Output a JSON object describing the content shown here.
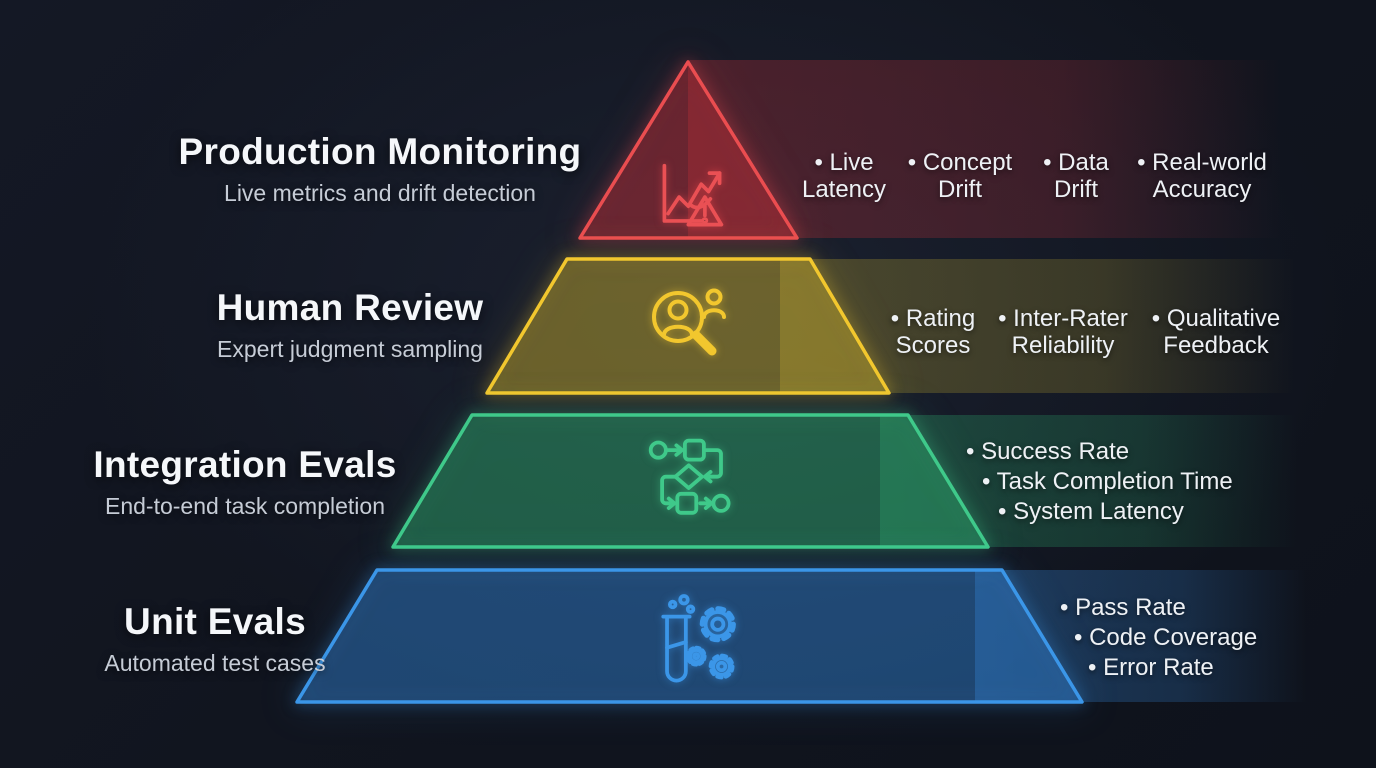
{
  "colors": {
    "production": "#ea4d50",
    "human_review": "#f2c72e",
    "integration": "#3fc98a",
    "unit": "#3b96e8",
    "background": "#12151e",
    "title_text": "#f5f7fa",
    "subtitle_text": "#c6ccd6"
  },
  "tiers": [
    {
      "id": "production-monitoring",
      "title": "Production Monitoring",
      "subtitle": "Live metrics and drift detection",
      "icon": "chart-alert-icon",
      "metrics": [
        "• Live Latency",
        "• Concept Drift",
        "• Data Drift",
        "• Real-world Accuracy"
      ]
    },
    {
      "id": "human-review",
      "title": "Human Review",
      "subtitle": "Expert judgment sampling",
      "icon": "person-magnifier-icon",
      "metrics": [
        "• Rating Scores",
        "• Inter-Rater Reliability",
        "• Qualitative Feedback"
      ]
    },
    {
      "id": "integration-evals",
      "title": "Integration Evals",
      "subtitle": "End-to-end task completion",
      "icon": "workflow-icon",
      "metrics": [
        "• Success Rate",
        "• Task Completion Time",
        "• System Latency"
      ]
    },
    {
      "id": "unit-evals",
      "title": "Unit Evals",
      "subtitle": "Automated test cases",
      "icon": "test-tube-gears-icon",
      "metrics": [
        "• Pass Rate",
        "• Code Coverage",
        "• Error Rate"
      ]
    }
  ]
}
